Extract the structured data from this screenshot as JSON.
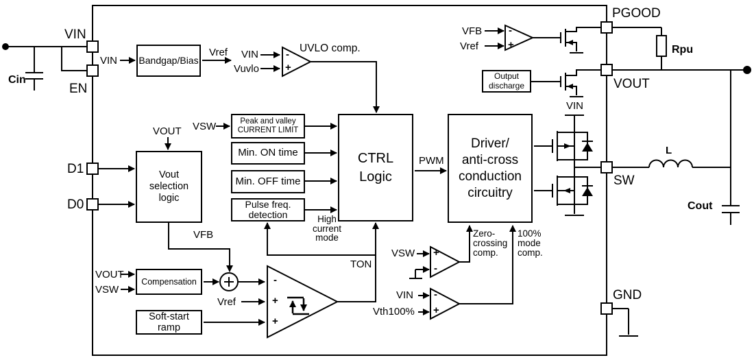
{
  "diagram": {
    "pins": {
      "vin": "VIN",
      "en": "EN",
      "d1": "D1",
      "d0": "D0",
      "pgood": "PGOOD",
      "vout": "VOUT",
      "sw": "SW",
      "gnd": "GND"
    },
    "blocks": {
      "bandgap": "Bandgap/Bias",
      "vout_selection": "Vout\nselection\nlogic",
      "current_limit": "Peak and valley\nCURRENT LIMIT",
      "min_on": "Min. ON time",
      "min_off": "Min. OFF time",
      "pulse_freq": "Pulse freq.\ndetection",
      "ctrl_logic": "CTRL\nLogic",
      "driver": "Driver/\nanti-cross\nconduction\ncircuitry",
      "compensation": "Compensation",
      "soft_start": "Soft-start\nramp",
      "output_discharge": "Output\ndischarge"
    },
    "comparators": {
      "uvlo": "UVLO comp.",
      "zero_crossing": "Zero-\ncrossing\ncomp.",
      "mode_100": "100%\nmode\ncomp.",
      "high_current_mode": "High\ncurrent\nmode"
    },
    "signals": {
      "vin_to_bandgap": "VIN",
      "vref_from_bandgap": "Vref",
      "vin_to_uvlo": "VIN",
      "vuvlo": "Vuvlo",
      "vsw_to_current_limit": "VSW",
      "vout_to_selection": "VOUT",
      "vfb": "VFB",
      "pwm": "PWM",
      "ton": "TON",
      "vout_to_compensation": "VOUT",
      "vsw_to_compensation": "VSW",
      "vref_to_error_comp": "Vref",
      "vsw_to_zero_crossing": "VSW",
      "vin_to_mode100": "VIN",
      "vth100": "Vth100%",
      "vfb_to_pgood_comp": "VFB",
      "vref_to_pgood_comp": "Vref",
      "vin_rail": "VIN"
    },
    "components": {
      "cin": "Cin",
      "rpu": "Rpu",
      "inductor": "L",
      "cout": "Cout"
    },
    "polarity": {
      "plus": "+",
      "minus": "-"
    }
  }
}
